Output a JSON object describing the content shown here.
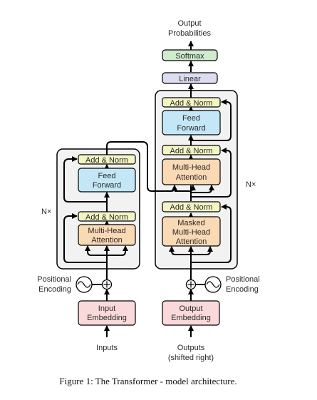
{
  "output_probabilities": [
    "Output",
    "Probabilities"
  ],
  "softmax": "Softmax",
  "linear": "Linear",
  "encoder": {
    "add_norm_1": "Add & Norm",
    "add_norm_2": "Add & Norm",
    "feed_forward": [
      "Feed",
      "Forward"
    ],
    "multi_head_attention": [
      "Multi-Head",
      "Attention"
    ],
    "repeat": "N×"
  },
  "decoder": {
    "add_norm_1": "Add & Norm",
    "add_norm_2": "Add & Norm",
    "add_norm_3": "Add & Norm",
    "feed_forward": [
      "Feed",
      "Forward"
    ],
    "multi_head_attention": [
      "Multi-Head",
      "Attention"
    ],
    "masked_attention": [
      "Masked",
      "Multi-Head",
      "Attention"
    ],
    "repeat": "N×"
  },
  "positional_encoding_left": [
    "Positional",
    "Encoding"
  ],
  "positional_encoding_right": [
    "Positional",
    "Encoding"
  ],
  "input_embedding": [
    "Input",
    "Embedding"
  ],
  "output_embedding": [
    "Output",
    "Embedding"
  ],
  "inputs": "Inputs",
  "outputs": [
    "Outputs",
    "(shifted right)"
  ],
  "caption": "Figure 1: The Transformer - model architecture.",
  "colors": {
    "add_norm": "#f3f5c4",
    "feed_forward": "#c4e7f7",
    "attention": "#fad9b5",
    "embedding": "#f9d9d9",
    "linear": "#dcdcf2",
    "softmax": "#cfeccc",
    "block_bg": "#f2f2f2"
  }
}
